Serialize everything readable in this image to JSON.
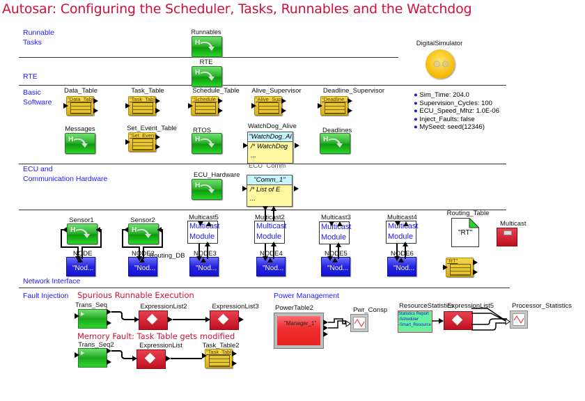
{
  "title": "Autosar: Configuring the Scheduler, Tasks, Runnables and the Watchdog",
  "sections": {
    "runnable_tasks": [
      "Runnable",
      "Tasks"
    ],
    "rte": "RTE",
    "basic_software": [
      "Basic",
      "Software"
    ],
    "ecu_hw": [
      "ECU and",
      "Communication Hardware"
    ],
    "network_interface": "Network Interface",
    "fault_injection": "Fault Injection",
    "power_management": "Power Management"
  },
  "notes": {
    "spurious": "Spurious Runnable Execution",
    "memory_fault": "Memory Fault: Task Table gets modified"
  },
  "simulator": {
    "label": "DigitalSimulator",
    "params": [
      "Sim_Time: 204.0",
      "Supervision_Cycles: 100",
      "ECU_Speed_Mhz: 1.0E-06",
      "Inject_Faults: false",
      "MySeed: seed(12346)"
    ]
  },
  "blocks": {
    "runnables": "Runnables",
    "rte": "RTE",
    "messages": "Messages",
    "rtos": "RTOS",
    "deadlines": "Deadlines",
    "ecu_hardware": "ECU_Hardware",
    "sensor1": "Sensor1",
    "sensor2": "Sensor2"
  },
  "tables": {
    "data_table": {
      "label": "Data_Table",
      "inner": "\"Data_Tabl..."
    },
    "task_table": {
      "label": "Task_Table",
      "inner": "\"Task_Tabl..."
    },
    "schedule_table": {
      "label": "Schedule_Table",
      "inner": "\"Schedule_..."
    },
    "alive_supervisor": {
      "label": "Alive_Supervisor",
      "inner": "\"Alive_Sup..."
    },
    "deadline_supervisor": {
      "label": "Deadline_Supervisor",
      "inner": "\"Deadline_..."
    },
    "set_event_table": {
      "label": "Set_Event_Table",
      "inner": "\"Set_Event..."
    },
    "routing_db": {
      "label": "Routing_DB",
      "inner": "\"RT\""
    },
    "task_table2": {
      "label": "Task_Table2",
      "inner": "\"Task_Tabl..."
    }
  },
  "watchdog": {
    "label": "WatchDog_Alive",
    "header": "\"WatchDog_Al",
    "line1": "/* WatchDog",
    "line2": "..."
  },
  "ecu_comm": {
    "label": "ECU_Comm",
    "header": "\"Comm_1\"",
    "line1": "/* List of E",
    "line2": "..."
  },
  "multicast_modules": [
    {
      "label": "Multicast5",
      "text": [
        "Multicast",
        "Module"
      ]
    },
    {
      "label": "Multicast2",
      "text": [
        "Multicast",
        "Module"
      ]
    },
    {
      "label": "Multicast3",
      "text": [
        "Multicast",
        "Module"
      ]
    },
    {
      "label": "Multicast4",
      "text": [
        "Multicast",
        "Module"
      ]
    }
  ],
  "nodes": [
    {
      "label": "NODE",
      "text": "\"Nod..."
    },
    {
      "label": "NODE2",
      "text": "\"Nod..."
    },
    {
      "label": "NODE3",
      "text": "\"Nod..."
    },
    {
      "label": "NODE4",
      "text": "\"Nod..."
    },
    {
      "label": "NODE5",
      "text": "\"Nod..."
    },
    {
      "label": "NODE6",
      "text": "\"Nod..."
    }
  ],
  "routing_table": {
    "label": "Routing_Table",
    "text": "\"RT\""
  },
  "multicast": {
    "label": "Multicast"
  },
  "fault": {
    "trans_seq": "Trans_Seq",
    "expr2": "ExpressionList2",
    "expr3": "ExpressionList3",
    "trans_seq2": "Trans_Seq2",
    "expr": "ExpressionList"
  },
  "power": {
    "power_table": "PowerTable2",
    "manager": "\"Manager_1\"",
    "pwr_consp": "Pwr_Consp",
    "resource_stats": "ResourceStatistics",
    "report_lines": [
      "Statistics Report",
      "-Scheduler",
      "-Smart_Resource"
    ],
    "expr5": "ExpressionList5",
    "processor_stats": "Processor_Statistics"
  }
}
